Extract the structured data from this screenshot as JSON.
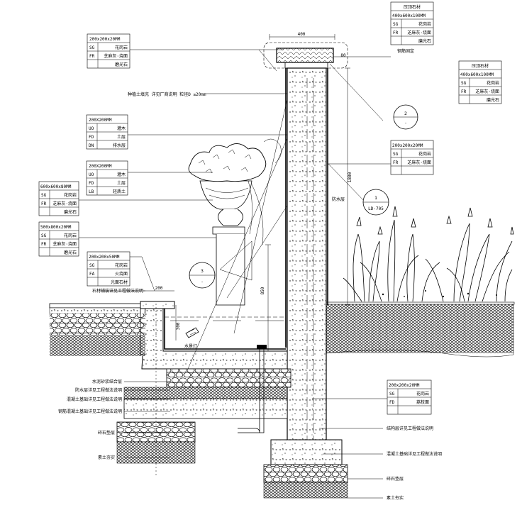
{
  "tables": [
    {
      "id": "t1",
      "title": "200x200x20MM",
      "rows": [
        [
          "SG",
          "花岗岩"
        ],
        [
          "FR",
          "芝麻灰·烧面"
        ],
        [
          "",
          "磨光石"
        ]
      ]
    },
    {
      "id": "t2",
      "title": "400x600x100MM",
      "rows": [
        [
          "SG",
          "花岗岩"
        ],
        [
          "FR",
          "芝麻灰·烧面"
        ],
        [
          "",
          "磨光石"
        ]
      ],
      "header": "压顶石材"
    },
    {
      "id": "t3",
      "title": "400x600x100MM",
      "rows": [
        [
          "SG",
          "花岗岩"
        ],
        [
          "FR",
          "芝麻灰·烧面"
        ],
        [
          "",
          "磨光石"
        ]
      ],
      "header": "压顶石材"
    },
    {
      "id": "t4",
      "title": "200X200MM",
      "rows": [
        [
          "UO",
          "灌木"
        ],
        [
          "FD",
          "土层"
        ],
        [
          "DN",
          "排水层"
        ]
      ]
    },
    {
      "id": "t5",
      "title": "200x200x20MM",
      "rows": [
        [
          "SG",
          "花岗岩"
        ],
        [
          "FR",
          "芝麻灰·烧面"
        ],
        [
          "",
          ""
        ]
      ]
    },
    {
      "id": "t6",
      "title": "200X200MM",
      "rows": [
        [
          "UO",
          "灌木"
        ],
        [
          "FD",
          "土层"
        ],
        [
          "LB",
          "轻质土"
        ]
      ]
    },
    {
      "id": "t7",
      "title": "600x600x80MM",
      "rows": [
        [
          "SG",
          "花岗岩"
        ],
        [
          "FR",
          "芝麻灰·烧面"
        ],
        [
          "",
          "磨光石"
        ]
      ]
    },
    {
      "id": "t8",
      "title": "500x800x20MM",
      "rows": [
        [
          "SG",
          "花岗岩"
        ],
        [
          "FR",
          "芝麻灰·烧面"
        ],
        [
          "",
          "磨光石"
        ]
      ]
    },
    {
      "id": "t9",
      "title": "200x200x50MM",
      "rows": [
        [
          "SG",
          "花岗岩"
        ],
        [
          "FA",
          "火烧面"
        ],
        [
          "",
          "光面石材"
        ]
      ]
    },
    {
      "id": "t10",
      "title": "200x200x20MM",
      "rows": [
        [
          "SG",
          "花岗岩"
        ],
        [
          "FD",
          "荔枝面"
        ],
        [
          "",
          ""
        ]
      ]
    }
  ],
  "annotations": {
    "steel_cap": "钢筋固定",
    "planter_note": "种植土填充 详见厂商说明 粒径D ≥20mm",
    "waterproof": "防水层",
    "light": "水景灯",
    "paving": "石材铺装详见工程做法说明",
    "layer1": "水泥砂浆结合层",
    "layer2": "防水层详见工程做法说明",
    "layer3": "混凝土基础详见工程做法说明",
    "layer4": "钢筋混凝土基础详见工程做法说明",
    "gravel": "碎石垫层",
    "soil": "素土夯实",
    "right1": "结构层详见工程做法说明",
    "right2": "混凝土基础详见工程做法说明",
    "right3": "碎石垫层",
    "right4": "素土夯实"
  },
  "callouts": [
    {
      "number": "2",
      "sub": "-"
    },
    {
      "number": "1",
      "sub": "LD-705"
    },
    {
      "number": "3",
      "sub": "-"
    }
  ],
  "dimensions": {
    "top_width": "400",
    "top_right": "80",
    "height_right": "1800",
    "mid_height": "850",
    "step_width": "200",
    "step_height": "300"
  }
}
